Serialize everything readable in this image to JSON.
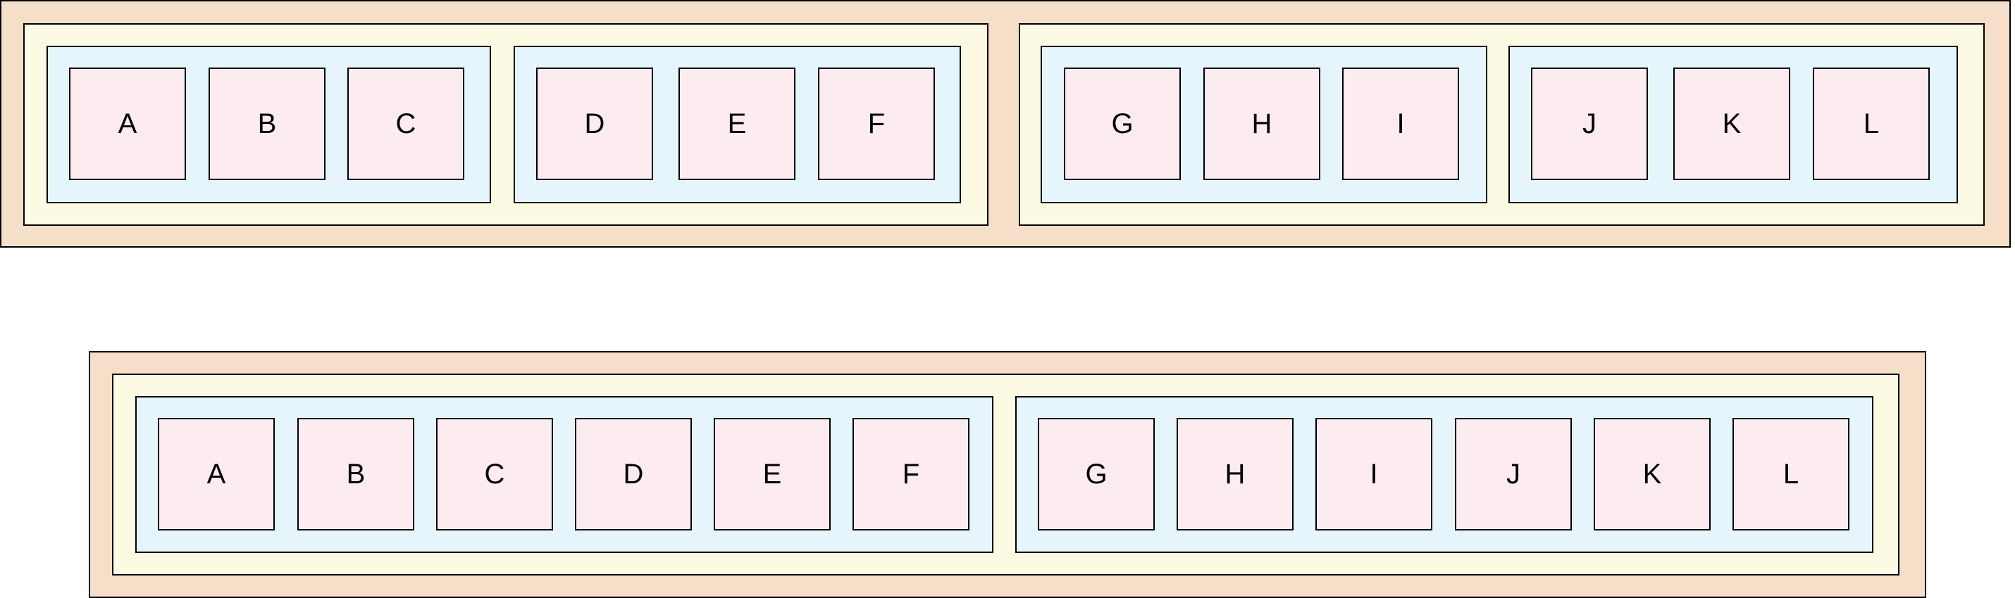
{
  "colors": {
    "outer": "#f5dfc8",
    "mid": "#fdfae4",
    "inner": "#e6f4fb",
    "leaf": "#fcecf0",
    "border": "#000000"
  },
  "diagram_top": {
    "groups": [
      {
        "subgroups": [
          [
            "A",
            "B",
            "C"
          ],
          [
            "D",
            "E",
            "F"
          ]
        ]
      },
      {
        "subgroups": [
          [
            "G",
            "H",
            "I"
          ],
          [
            "J",
            "K",
            "L"
          ]
        ]
      }
    ]
  },
  "diagram_bottom": {
    "groups": [
      {
        "subgroups": [
          [
            "A",
            "B",
            "C",
            "D",
            "E",
            "F"
          ],
          [
            "G",
            "H",
            "I",
            "J",
            "K",
            "L"
          ]
        ]
      }
    ]
  }
}
